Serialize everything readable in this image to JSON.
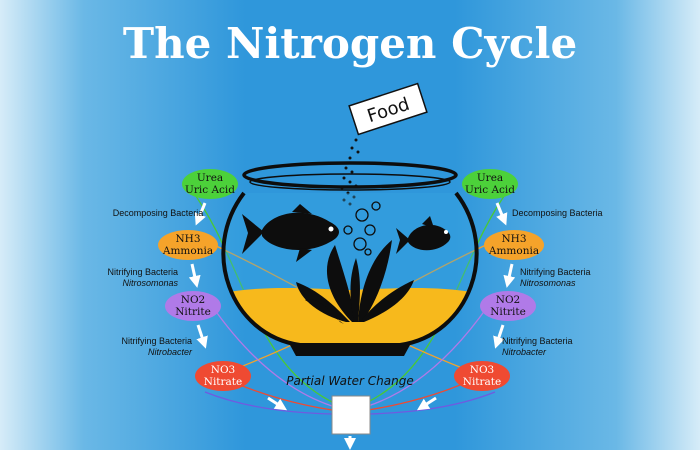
{
  "title": "The Nitrogen Cycle",
  "food_label": "Food",
  "water_change_label": "Partial Water Change",
  "left": {
    "urea": [
      "Urea",
      "Uric Acid"
    ],
    "decomposing": "Decomposing Bacteria",
    "ammonia": [
      "NH3",
      "Ammonia"
    ],
    "nitrifying1": [
      "Nitrifying Bacteria",
      "Nitrosomonas"
    ],
    "nitrite": [
      "NO2",
      "Nitrite"
    ],
    "nitrifying2": [
      "Nitrifying Bacteria",
      "Nitrobacter"
    ],
    "nitrate": [
      "NO3",
      "Nitrate"
    ]
  },
  "right": {
    "urea": [
      "Urea",
      "Uric Acid"
    ],
    "decomposing": "Decomposing Bacteria",
    "ammonia": [
      "NH3",
      "Ammonia"
    ],
    "nitrifying1": [
      "Nitrifying Bacteria",
      "Nitrosomonas"
    ],
    "nitrite": [
      "NO2",
      "Nitrite"
    ],
    "nitrifying2": [
      "Nitrifying Bacteria",
      "Nitrobacter"
    ],
    "nitrate": [
      "NO3",
      "Nitrate"
    ]
  },
  "colors": {
    "urea": "#4cd13a",
    "ammonia": "#f5a32a",
    "nitrite": "#b07ae8",
    "nitrate": "#ef4a32",
    "gravel": "#f7b91c",
    "silhouette": "#0d0d0d"
  },
  "icons": [
    "fish-icon",
    "plant-icon",
    "fishbowl-icon",
    "food-sign-icon",
    "bucket-icon",
    "arrow-icon"
  ]
}
